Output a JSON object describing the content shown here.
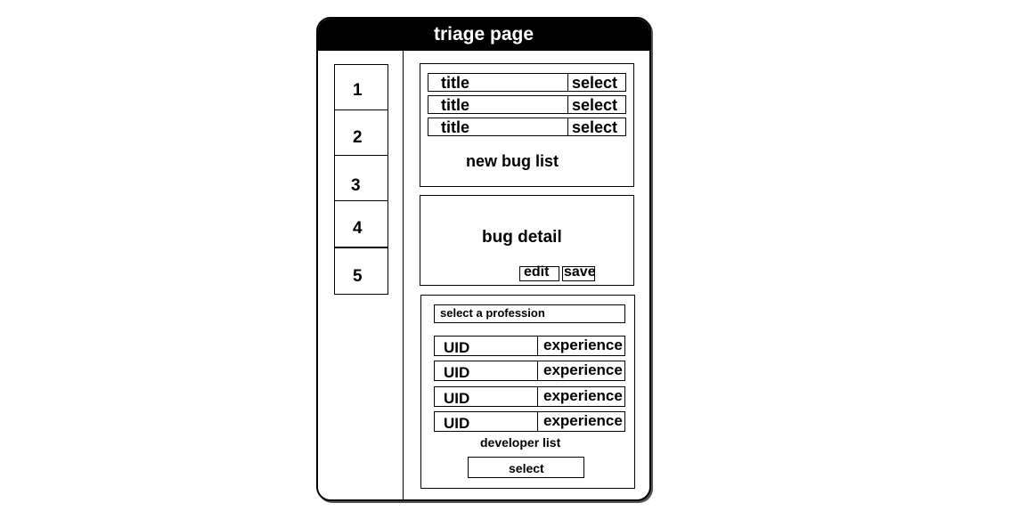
{
  "window": {
    "title": "triage page"
  },
  "sidebar": {
    "items": [
      {
        "label": "1"
      },
      {
        "label": "2"
      },
      {
        "label": "3"
      },
      {
        "label": "4"
      },
      {
        "label": "5"
      }
    ]
  },
  "bug_list": {
    "rows": [
      {
        "title": "title",
        "action": "select"
      },
      {
        "title": "title",
        "action": "select"
      },
      {
        "title": "title",
        "action": "select"
      }
    ],
    "caption": "new bug list"
  },
  "bug_detail": {
    "caption": "bug detail",
    "edit_label": "edit",
    "save_label": "save"
  },
  "developer_panel": {
    "profession_select": "select a profession",
    "rows": [
      {
        "uid": "UID",
        "experience": "experience"
      },
      {
        "uid": "UID",
        "experience": "experience"
      },
      {
        "uid": "UID",
        "experience": "experience"
      },
      {
        "uid": "UID",
        "experience": "experience"
      }
    ],
    "caption": "developer list",
    "select_label": "select"
  }
}
